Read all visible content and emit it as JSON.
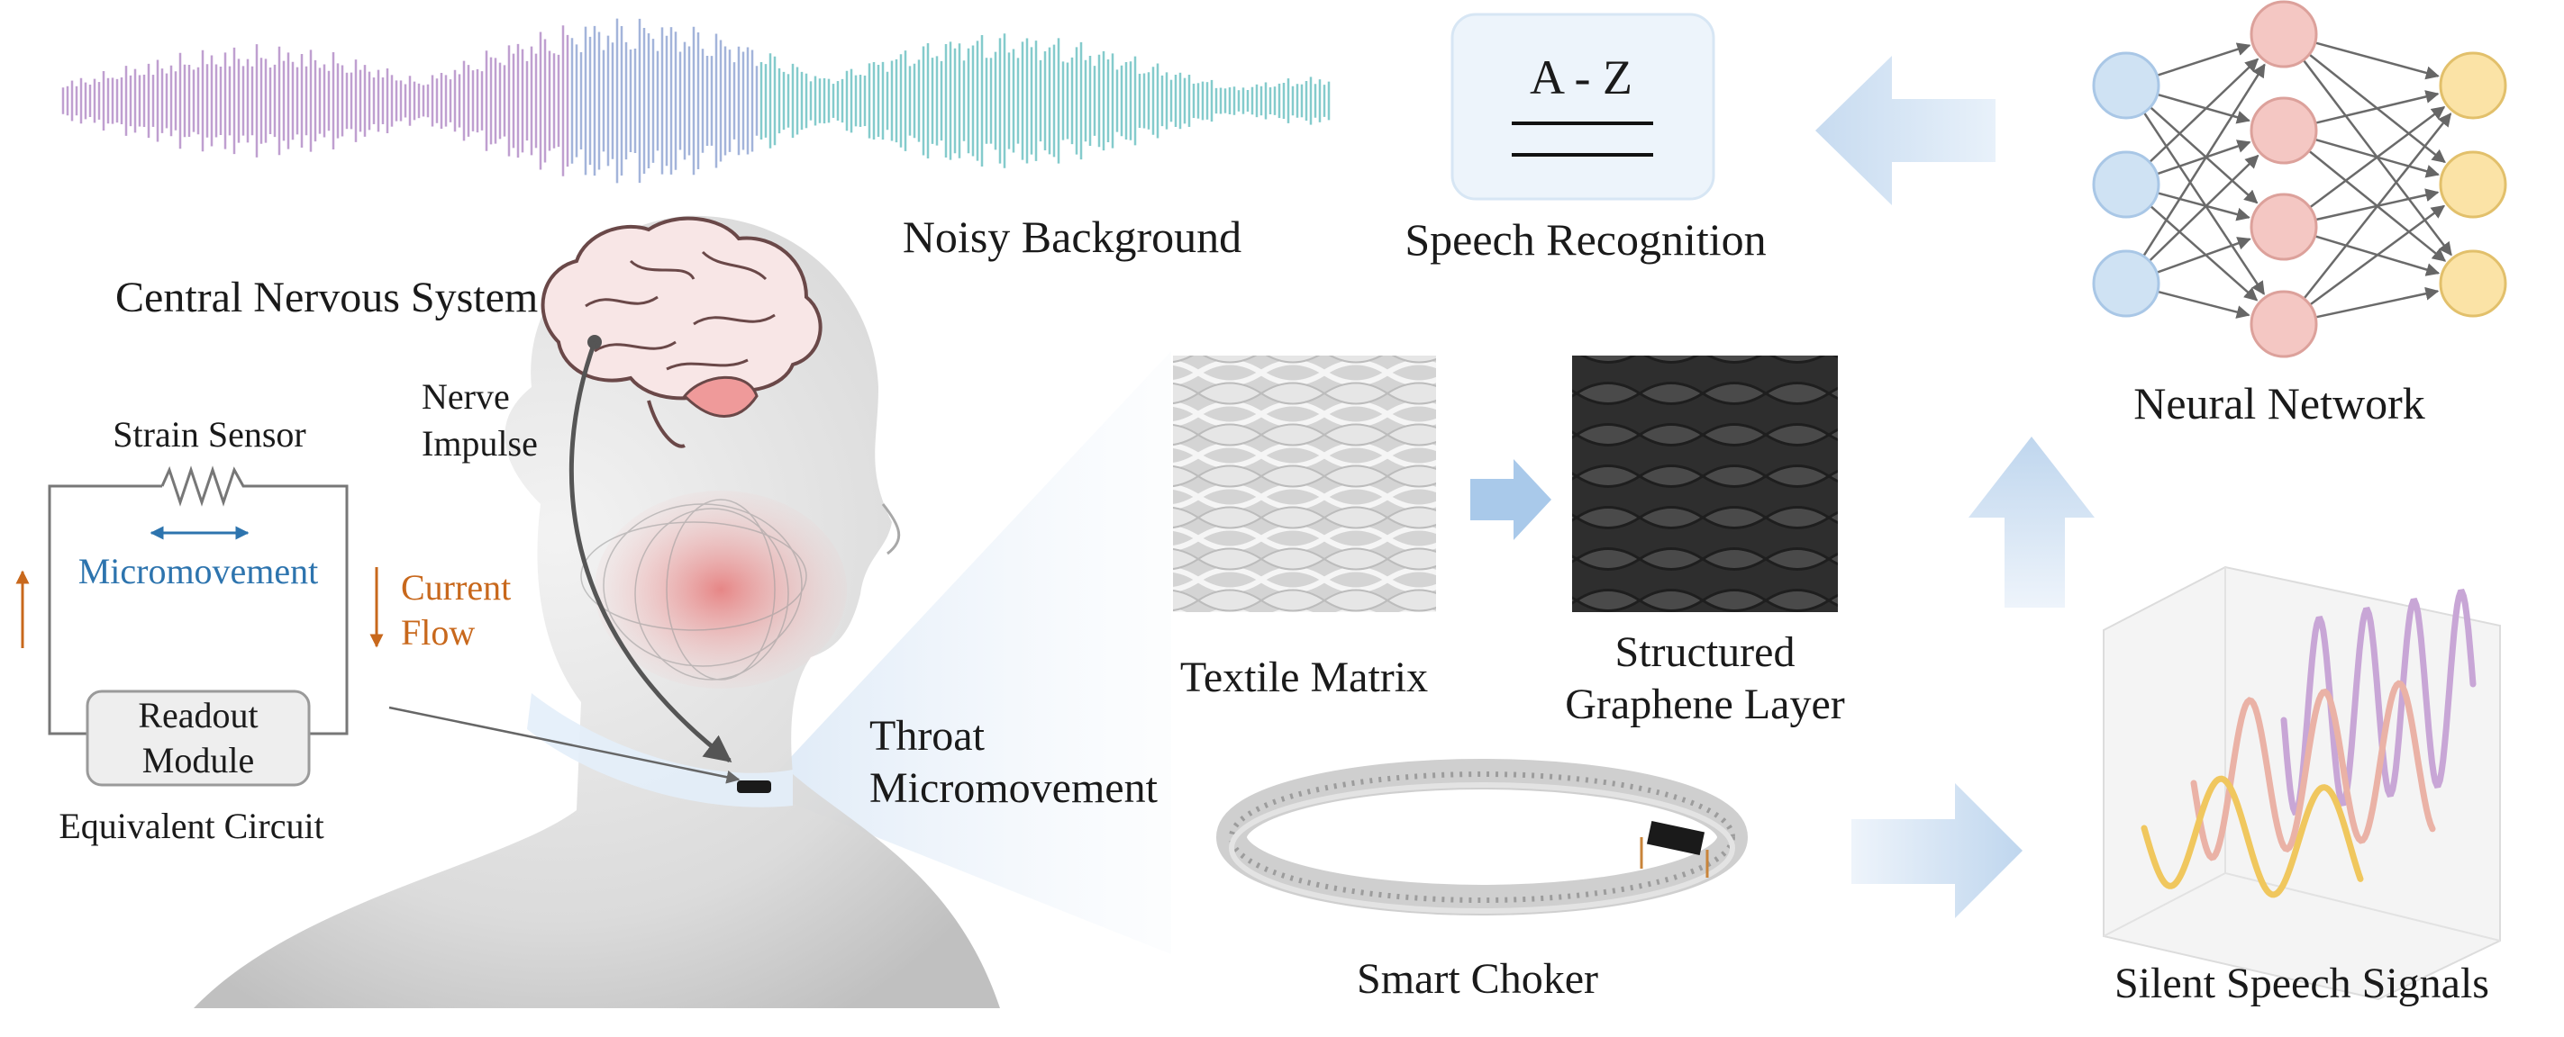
{
  "labels": {
    "noisy_background": "Noisy Background",
    "speech_recognition": "Speech Recognition",
    "az_text": "A - Z",
    "neural_network": "Neural Network",
    "central_nervous_system": "Central Nervous System",
    "nerve_impulse_1": "Nerve",
    "nerve_impulse_2": "Impulse",
    "strain_sensor": "Strain Sensor",
    "micromovement": "Micromovement",
    "current_flow_1": "Current",
    "current_flow_2": "Flow",
    "readout_module_1": "Readout",
    "readout_module_2": "Module",
    "equivalent_circuit": "Equivalent Circuit",
    "throat_micromovement_1": "Throat",
    "throat_micromovement_2": "Micromovement",
    "textile_matrix": "Textile Matrix",
    "structured_graphene_1": "Structured",
    "structured_graphene_2": "Graphene Layer",
    "smart_choker": "Smart Choker",
    "silent_speech_signals": "Silent Speech Signals"
  },
  "colors": {
    "nn_input": "#cfe2f3",
    "nn_hidden": "#f4c7c3",
    "nn_output": "#fbe3a6",
    "accent_blue": "#2d74ae",
    "accent_orange": "#c8681c",
    "flow_arrow": "#c9ddf1",
    "wave_purple": "#b48fc8",
    "wave_teal": "#6fc2c4",
    "sig_purple": "#c8a6d6",
    "sig_pink": "#eab2a6",
    "sig_yellow": "#f0c75e"
  },
  "icons": {
    "brain": "brain-icon",
    "head": "human-head-icon",
    "resistor": "resistor-icon"
  }
}
